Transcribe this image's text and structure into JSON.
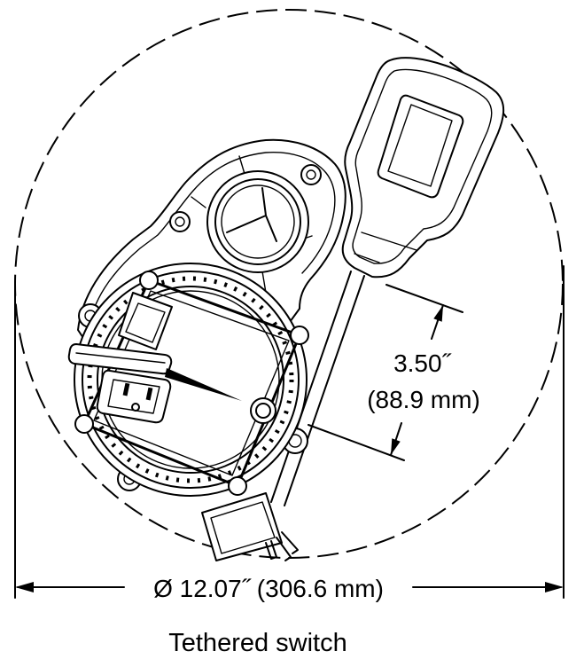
{
  "figure": {
    "switch_height_dimension": {
      "imperial": "3.50˝",
      "metric": "(88.9 mm)"
    },
    "diameter_dimension": {
      "label": "Ø 12.07˝ (306.6 mm)"
    },
    "caption": "Tethered switch"
  }
}
